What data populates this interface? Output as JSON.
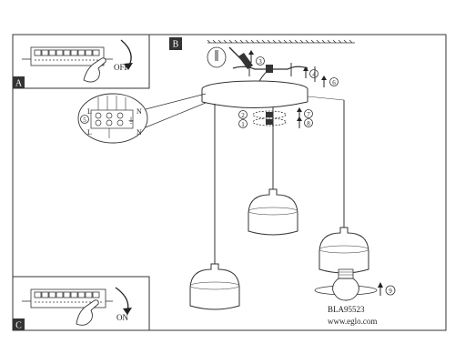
{
  "panels": {
    "a": {
      "letter": "A",
      "action": "OFF"
    },
    "b": {
      "letter": "B"
    },
    "c": {
      "letter": "C",
      "action": "ON"
    }
  },
  "terminal_labels": {
    "live": "L",
    "neutral": "N",
    "earth": "⏚"
  },
  "step_numbers": {
    "s1": "1",
    "s2": "2",
    "s3": "3",
    "s4": "4",
    "s5": "5",
    "s6": "6",
    "s7": "7",
    "s8": "8",
    "s9": "9"
  },
  "model_code": "BLA95523",
  "website": "www.eglo.com"
}
